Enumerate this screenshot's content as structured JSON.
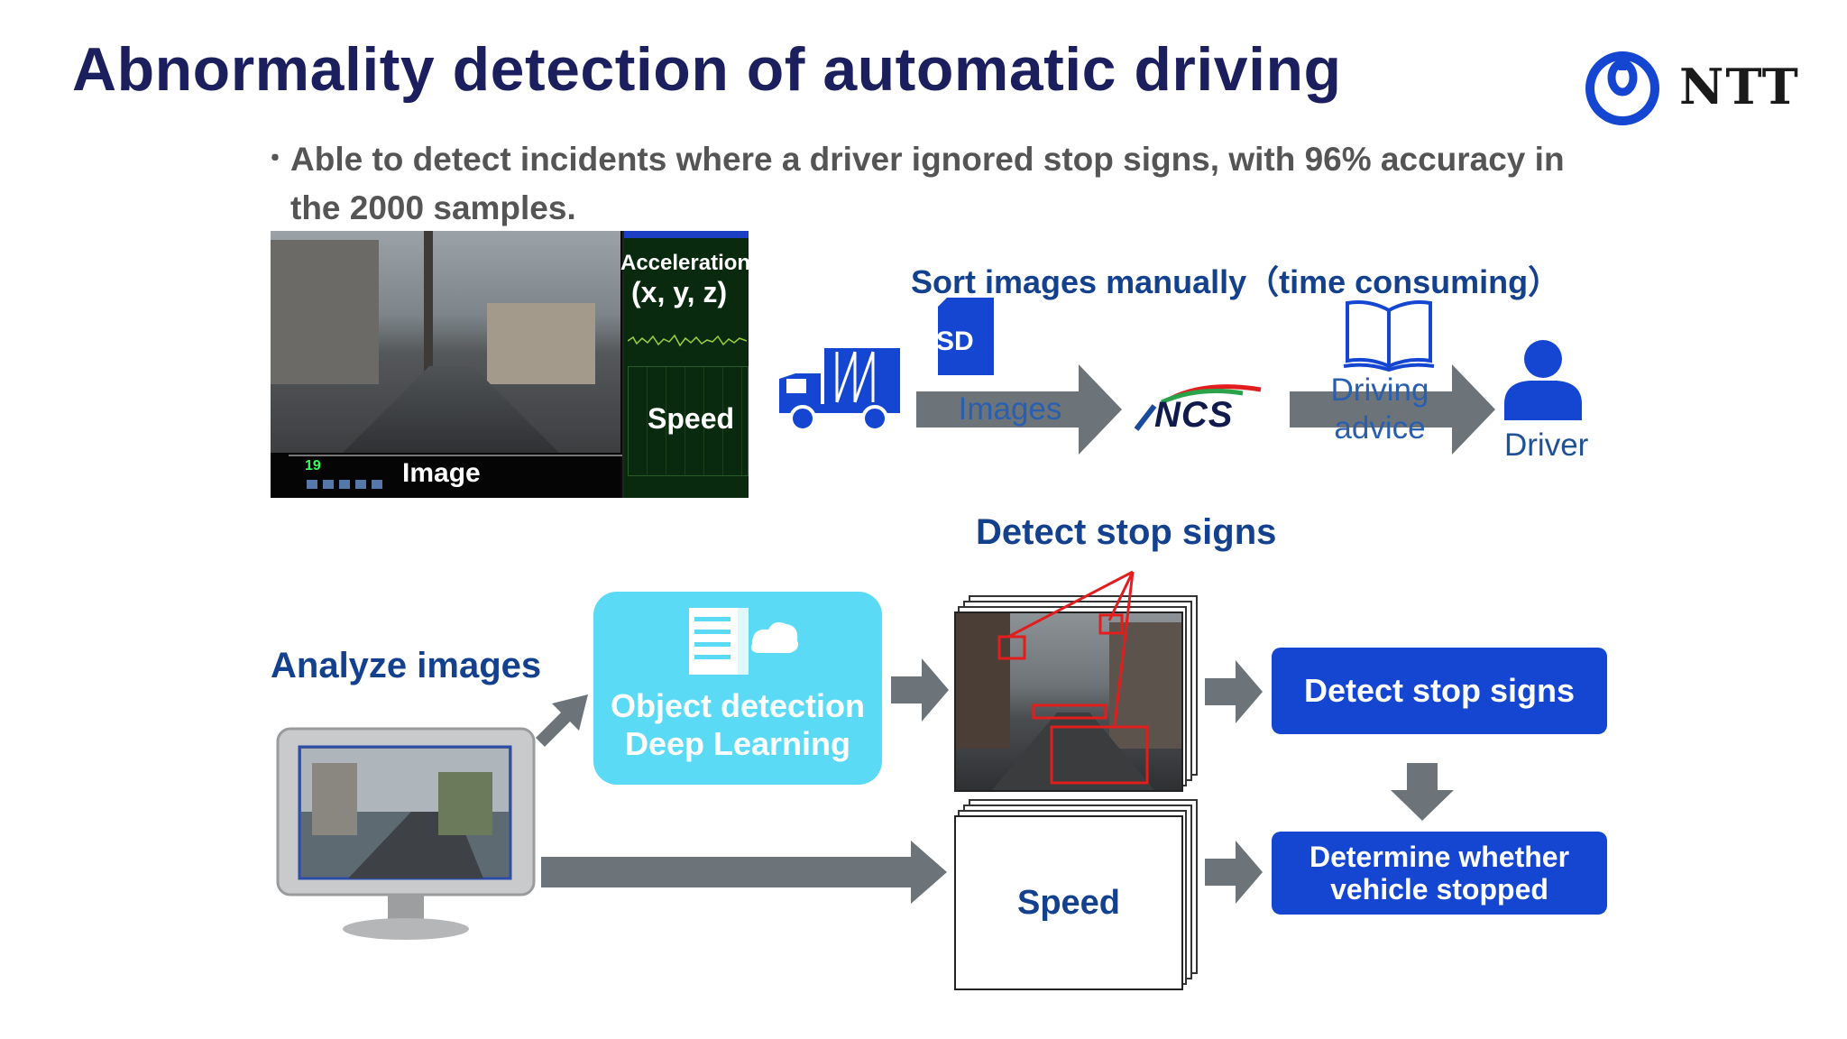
{
  "slide": {
    "title": "Abnormality detection of automatic driving",
    "bullet_mark": "・",
    "bullet_line1": "Able to detect incidents where a driver ignored stop signs, with 96% accuracy in",
    "bullet_line2": "the 2000 samples."
  },
  "logo": {
    "text": "NTT",
    "color": "#1446d2"
  },
  "recorder_screen": {
    "acceleration_label": "Acceleration",
    "acceleration_axes": "(x, y, z)",
    "speed_label": "Speed",
    "image_label": "Image",
    "counter": "19"
  },
  "top_flow": {
    "heading": "Sort images manually（time consuming）",
    "vehicle_icon": "truck-icon",
    "sd_icon": "sd-card-icon",
    "sd_text": "SD",
    "arrow1_label": "Images",
    "company_logo": "NCS",
    "arrow2_label_line1": "Driving",
    "arrow2_label_line2": "advice",
    "book_icon": "book-icon",
    "person_icon": "person-icon",
    "driver_label": "Driver"
  },
  "bottom_flow": {
    "detect_heading": "Detect stop signs",
    "analyze_heading": "Analyze images",
    "cyan_box_line1": "Object detection",
    "cyan_box_line2": "Deep Learning",
    "server_icon": "server-cloud-icon",
    "monitor_icon": "monitor-icon",
    "speed_card": "Speed",
    "result_button1": "Detect stop signs",
    "result_button2_line1": "Determine whether",
    "result_button2_line2": "vehicle stopped"
  },
  "colors": {
    "title": "#1c1f5e",
    "heading_blue": "#14418e",
    "accent_blue": "#1446d2",
    "cyan": "#5bdaf5",
    "arrow_gray": "#6d7479",
    "highlight_red": "#e21d1d"
  }
}
